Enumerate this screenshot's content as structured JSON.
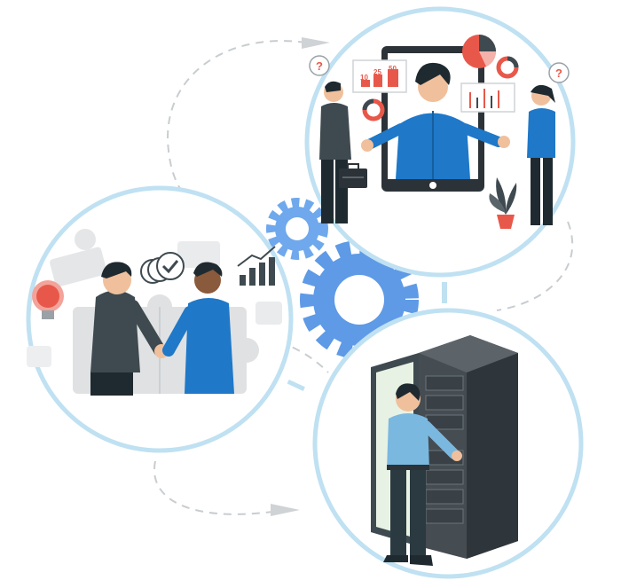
{
  "illustration": {
    "colors": {
      "ring": "#bfe1f2",
      "accent_red": "#e8584a",
      "accent_blue": "#1f78c8",
      "gear_blue": "#5aa0e8",
      "dark_suit": "#3e4a50",
      "server_dark": "#454c52"
    },
    "meeting_panel": {
      "bar_chart_labels": [
        "10",
        "25",
        "50"
      ],
      "question_mark": "?"
    }
  }
}
